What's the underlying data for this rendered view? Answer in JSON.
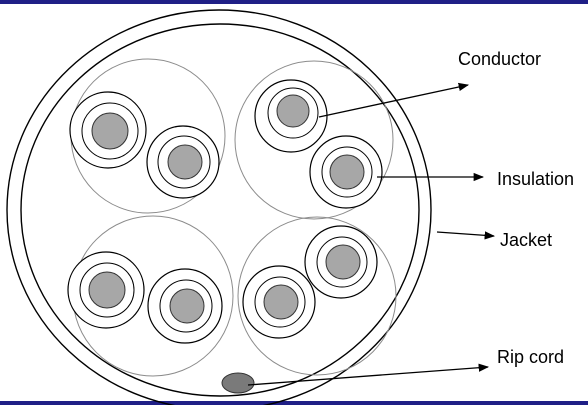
{
  "colors": {
    "frame_bar": "#1f1f86",
    "outline": "#000000",
    "pair_outline": "#8c8c8c",
    "conductor_fill": "#a7a7a7",
    "rip_cord_fill": "#7a7a7a"
  },
  "labels": {
    "conductor": "Conductor",
    "insulation": "Insulation",
    "jacket": "Jacket",
    "rip_cord": "Rip cord"
  }
}
